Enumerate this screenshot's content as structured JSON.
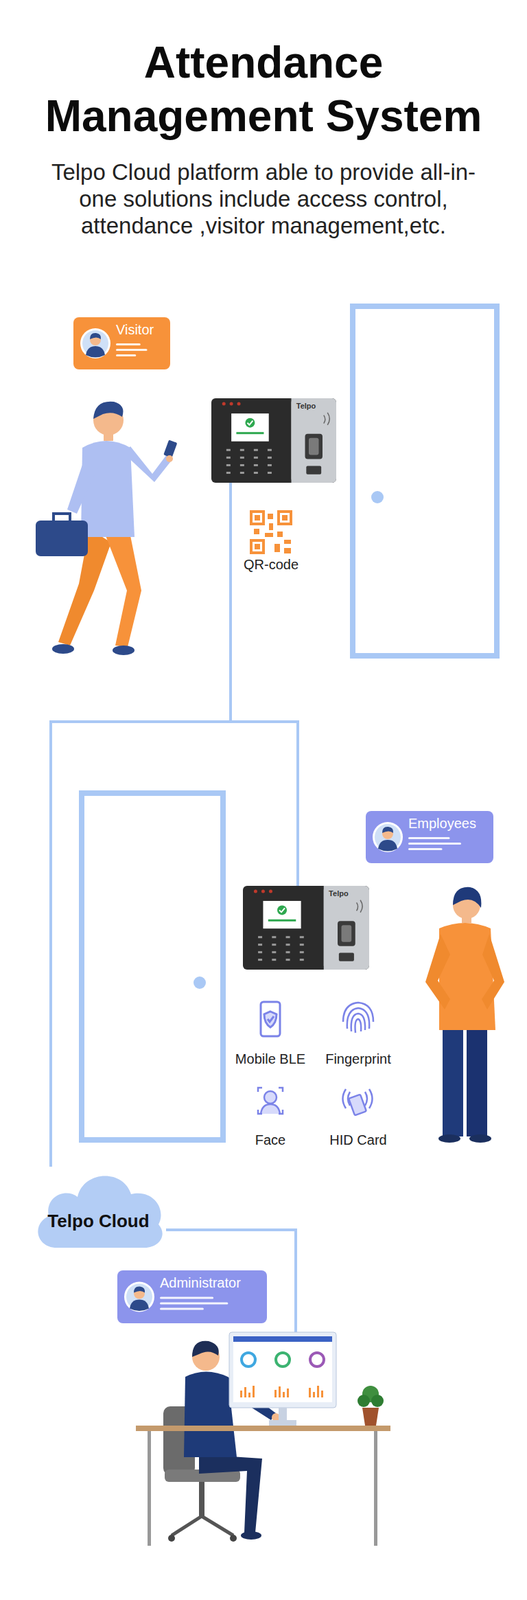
{
  "diagram": {
    "title": "Attendance Management System",
    "caption": "Telpo Cloud platform able to provide all-in-one solutions include access control, attendance ,visitor management,etc.",
    "nodes": [
      {
        "text": [
          "Visitor"
        ]
      },
      {
        "text": [
          "Telpo"
        ]
      },
      {
        "text": [
          "Employees"
        ]
      },
      {
        "text": [
          "Telpo"
        ]
      },
      {
        "text": [
          "Telpo Cloud"
        ]
      },
      {
        "text": [
          "Administrator"
        ]
      }
    ],
    "edges": [
      {
        "from": 1,
        "to": 4,
        "arrow": "none"
      },
      {
        "from": 1,
        "to": 3,
        "arrow": "none"
      }
    ],
    "labels": [
      "QR-code",
      "Mobile BLE",
      "Fingerprint",
      "Face",
      "HID Card"
    ]
  }
}
